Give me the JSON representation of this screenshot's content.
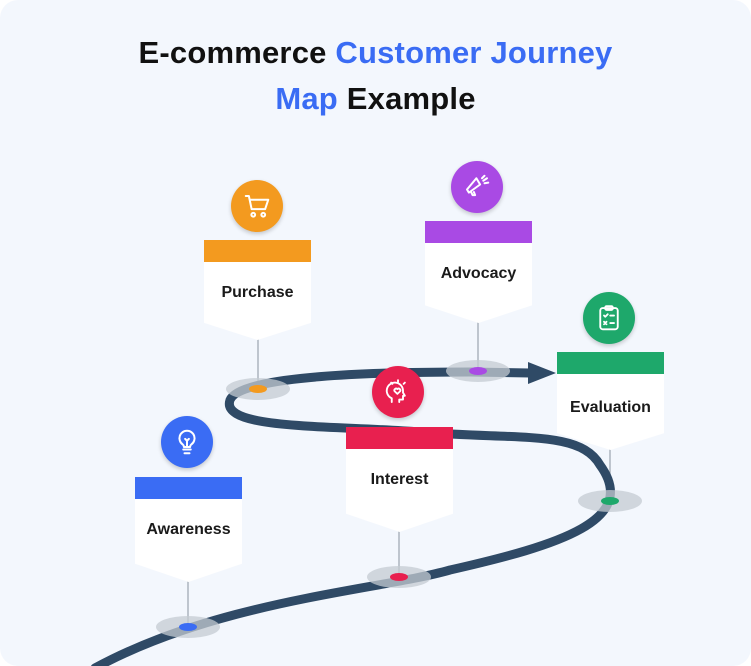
{
  "title": {
    "line1_part1": "E-commerce ",
    "line1_part2": "Customer Journey",
    "line2_part1": "Map",
    "line2_part2": " Example"
  },
  "colors": {
    "accent": "#3a6cf4",
    "road": "#2f4a66",
    "awareness": "#3a6cf4",
    "purchase": "#f39a1f",
    "interest": "#e8204f",
    "advocacy": "#a94ae4",
    "evaluation": "#1ea86b"
  },
  "stages": [
    {
      "key": "awareness",
      "label": "Awareness",
      "icon": "lightbulb-icon"
    },
    {
      "key": "purchase",
      "label": "Purchase",
      "icon": "shopping-cart-icon"
    },
    {
      "key": "interest",
      "label": "Interest",
      "icon": "heart-head-icon"
    },
    {
      "key": "advocacy",
      "label": "Advocacy",
      "icon": "megaphone-icon"
    },
    {
      "key": "evaluation",
      "label": "Evaluation",
      "icon": "clipboard-checklist-icon"
    }
  ]
}
